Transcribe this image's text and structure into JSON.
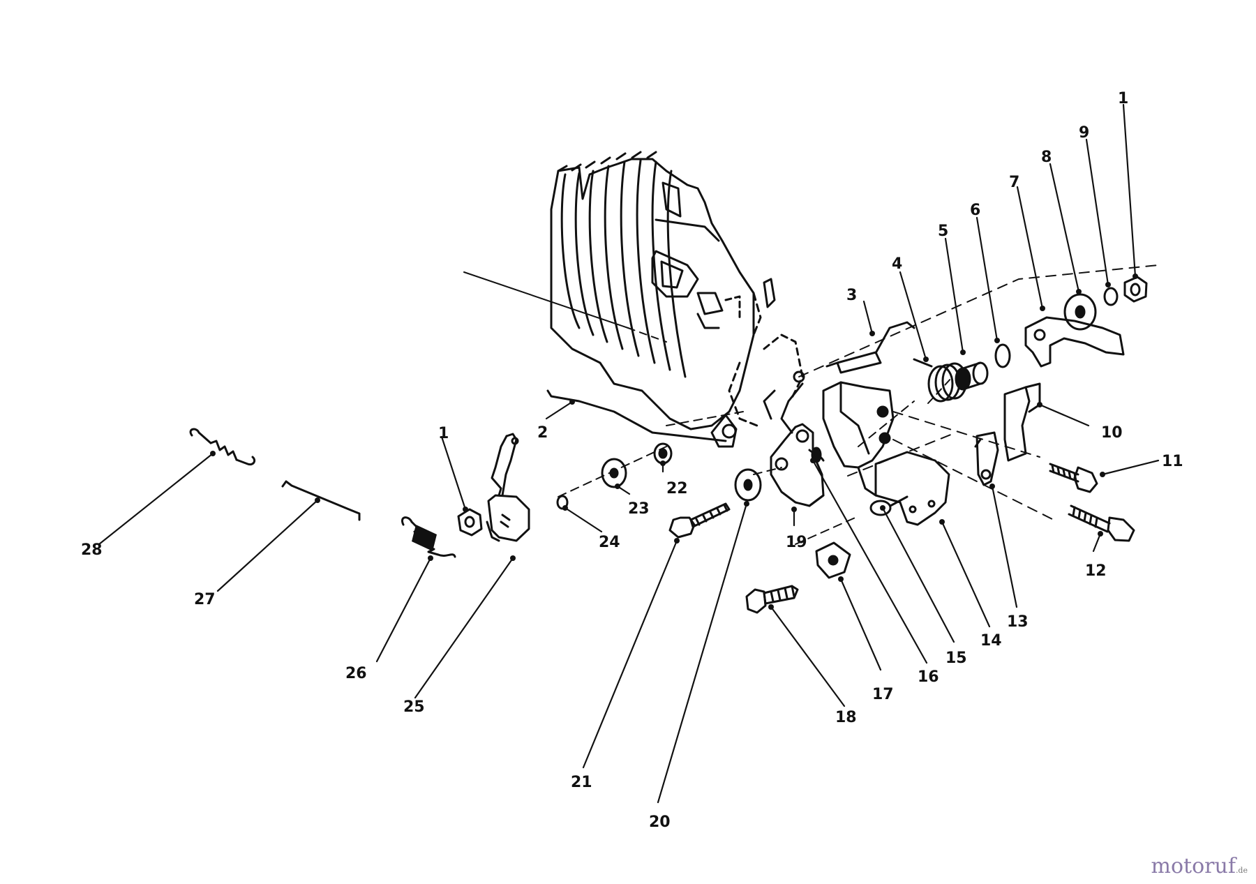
{
  "callouts": [
    "1",
    "2",
    "3",
    "4",
    "5",
    "6",
    "7",
    "8",
    "9",
    "1",
    "10",
    "11",
    "12",
    "13",
    "14",
    "15",
    "16",
    "17",
    "18",
    "19",
    "20",
    "21",
    "22",
    "23",
    "24",
    "25",
    "26",
    "27",
    "28"
  ],
  "watermark": {
    "brand": "motoruf",
    "tld": ".de"
  }
}
